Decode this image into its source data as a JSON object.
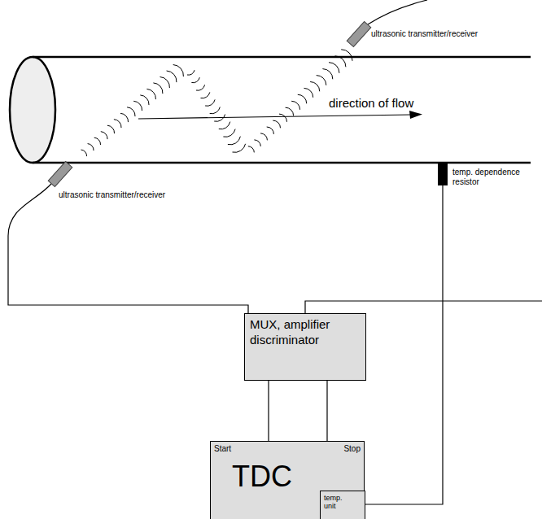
{
  "diagram": {
    "nodes": [
      {
        "text": [
          "MUX, amplifier discriminator"
        ]
      },
      {
        "text": [
          "Start",
          "Stop",
          "TDC"
        ]
      },
      {
        "text": [
          "temp. unit"
        ],
        "in": 1
      }
    ],
    "edges": [
      {
        "from": 0,
        "to": 1,
        "arrow": "none"
      },
      {
        "from": 0,
        "to": 1,
        "arrow": "none"
      }
    ],
    "labels": [
      "ultrasonic transmitter/receiver",
      "direction of flow",
      "ultrasonic transmitter/receiver",
      "temp. dependence resistor"
    ]
  }
}
